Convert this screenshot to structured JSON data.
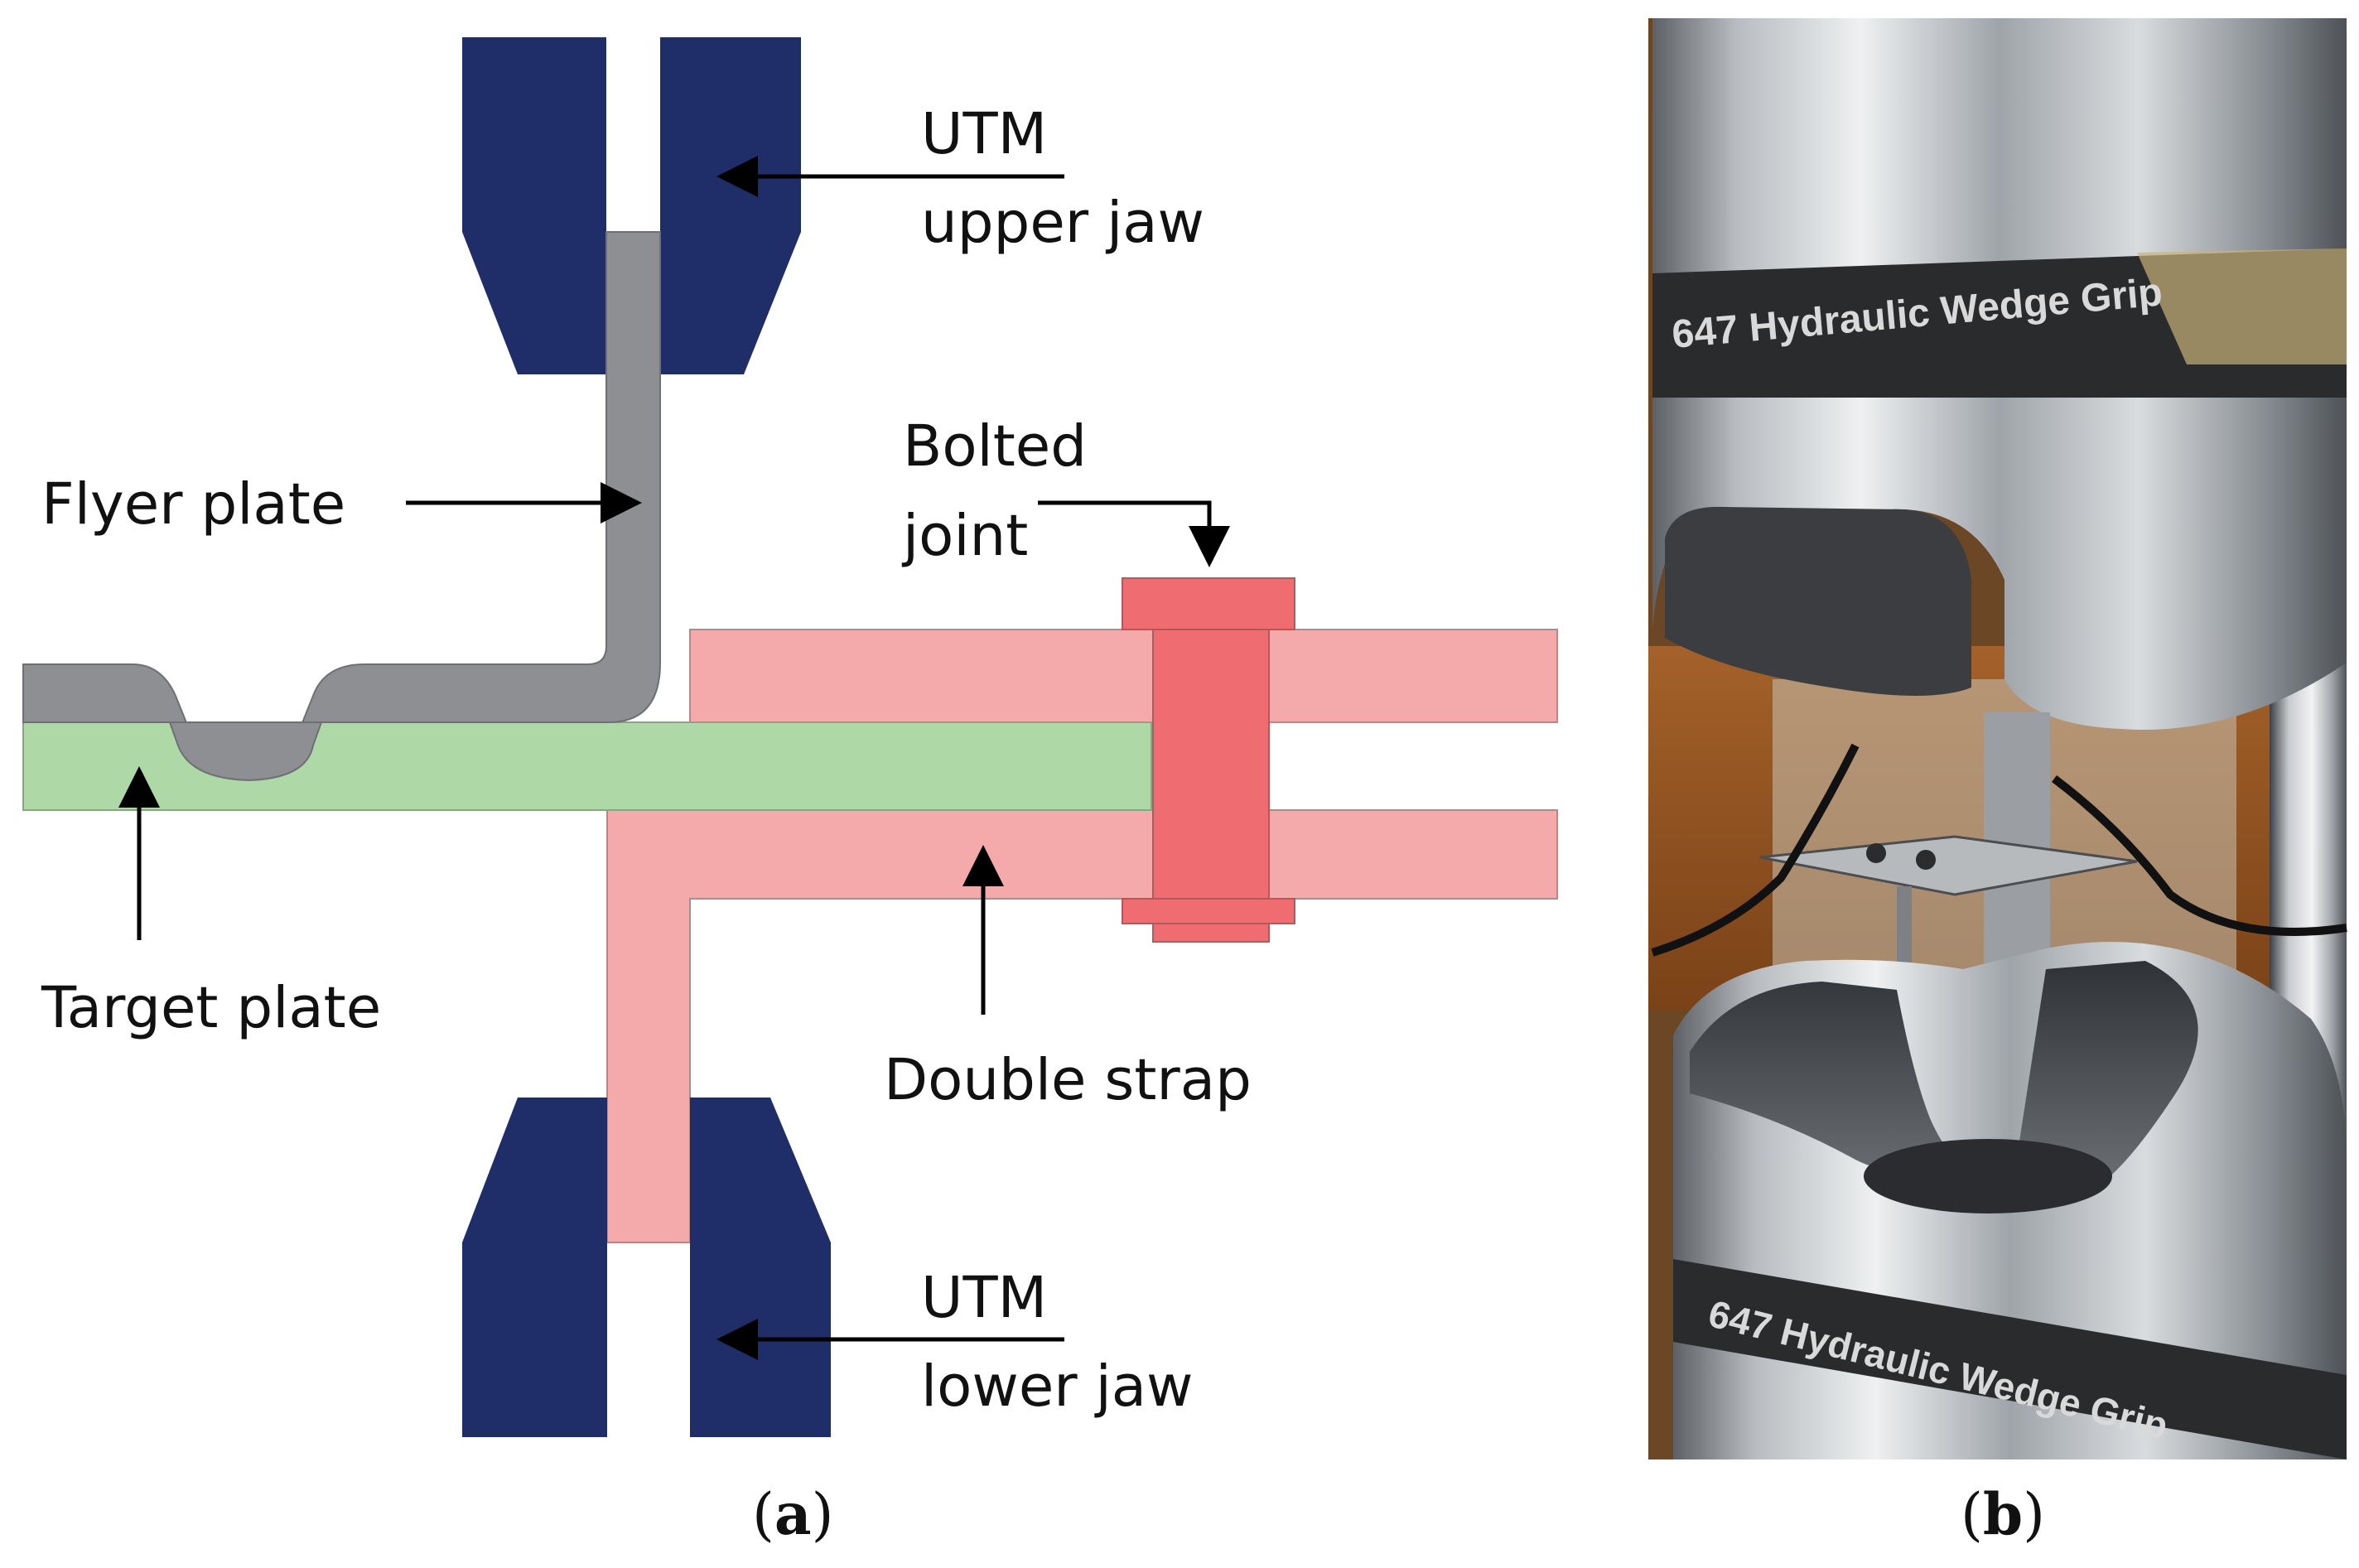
{
  "panel_a": {
    "caption_open": "(",
    "caption_letter": "a",
    "caption_close": ")",
    "labels": {
      "utm_upper_1": "UTM",
      "utm_upper_2": "upper jaw",
      "flyer_plate": "Flyer plate",
      "bolted_1": "Bolted",
      "bolted_2": "joint",
      "target_plate": "Target plate",
      "double_strap": "Double strap",
      "utm_lower_1": "UTM",
      "utm_lower_2": "lower jaw"
    },
    "colors": {
      "jaw": "#1f2d68",
      "flyer": "#8e8f93",
      "target": "#aed8a6",
      "strap": "#f4a9ab",
      "bolt": "#ef6d70"
    }
  },
  "panel_b": {
    "caption_open": "(",
    "caption_letter": "b",
    "caption_close": ")",
    "photo_text_upper": "647 Hydraulic Wedge Grip",
    "photo_text_lower": "647 Hydraulic Wedge Grip"
  }
}
